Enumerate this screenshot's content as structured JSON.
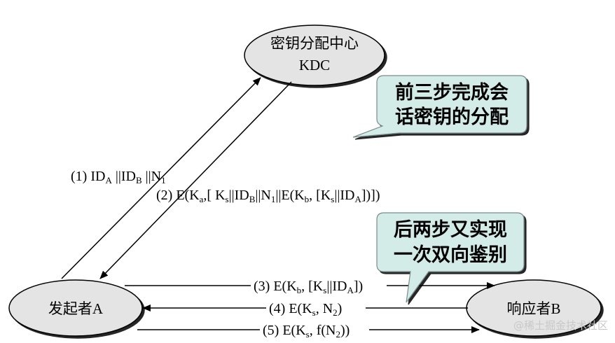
{
  "nodes": {
    "kdc": {
      "line1": "密钥分配中心",
      "line2": "KDC"
    },
    "initiator": {
      "label": "发起者A"
    },
    "responder": {
      "label": "响应者B"
    }
  },
  "messages": {
    "m1": {
      "prefix": "(1) ID",
      "a_sub": "A",
      "mid1": " ||ID",
      "b_sub": "B",
      "mid2": " ||N",
      "n_sub": "1"
    },
    "m2": {
      "prefix": "(2) E(K",
      "a_sub": "a",
      "p1": ",[ K",
      "s_sub": "s",
      "p2": "||ID",
      "b_sub": "B",
      "p3": "||N",
      "n_sub": "1",
      "p4": "||E(K",
      "kb_sub": "b",
      "p5": ", [K",
      "s2_sub": "s",
      "p6": "||ID",
      "a2_sub": "A",
      "p7": "])])"
    },
    "m3": {
      "prefix": "(3) E(K",
      "b_sub": "b",
      "p1": ", [K",
      "s_sub": "s",
      "p2": "||ID",
      "a_sub": "A",
      "p3": "])"
    },
    "m4": {
      "prefix": "(4) E(K",
      "s_sub": "s",
      "p1": ", N",
      "n_sub": "2",
      "p2": ")"
    },
    "m5": {
      "prefix": "(5) E(K",
      "s_sub": "s",
      "p1": ", f(N",
      "n_sub": "2",
      "p2": "))"
    }
  },
  "callouts": {
    "top": {
      "line1": "前三步完成会",
      "line2": "话密钥的分配"
    },
    "bottom": {
      "line1": "后两步又实现",
      "line2": "一次双向鉴别"
    }
  },
  "watermark": "@稀土掘金技术社区",
  "colors": {
    "ellipse_fill": "#e4e4e4",
    "callout_fill": "#d3ece8",
    "callout_stroke": "#7a8c8c",
    "line": "#000000"
  }
}
